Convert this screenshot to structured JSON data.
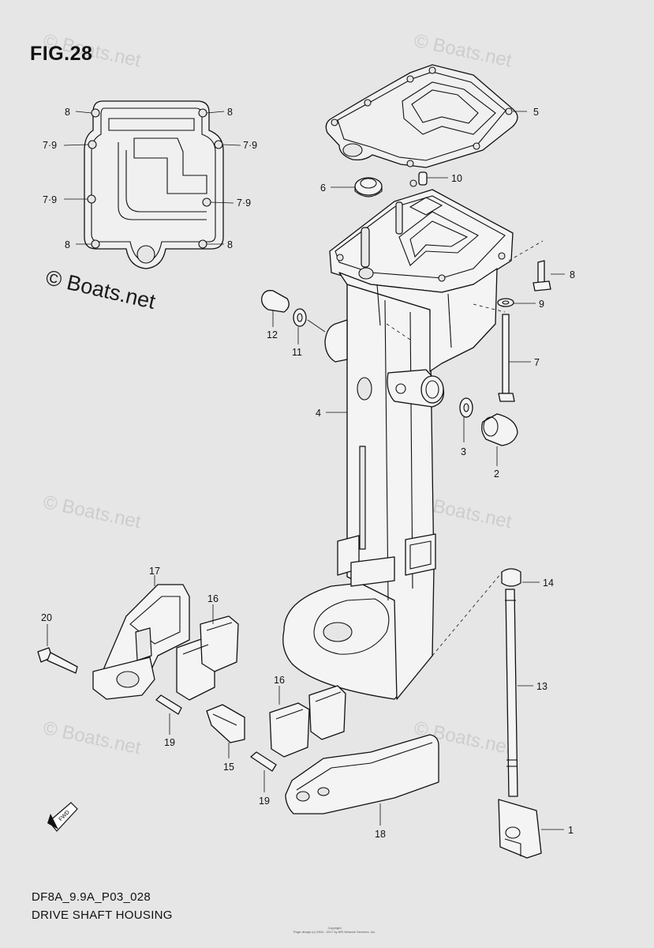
{
  "figure_title": "FIG.28",
  "watermark": "© Boats.net",
  "footer": {
    "model_code": "DF8A_9.9A_P03_028",
    "section_name": "DRIVE SHAFT HOUSING",
    "copyright_lines": [
      "Copyright",
      "Page design (c) 2004 - 2017 by ARI Network Services, Inc."
    ]
  },
  "fwd_badge": "FWD",
  "callouts": {
    "c1": "1",
    "c2": "2",
    "c3": "3",
    "c4": "4",
    "c5": "5",
    "c6": "6",
    "c7": "7",
    "c8": "8",
    "c9": "9",
    "c10": "10",
    "c11": "11",
    "c12": "12",
    "c13": "13",
    "c14": "14",
    "c15": "15",
    "c16": "16",
    "c17": "17",
    "c18": "18",
    "c19": "19",
    "c20": "20",
    "c79": "7·9"
  }
}
